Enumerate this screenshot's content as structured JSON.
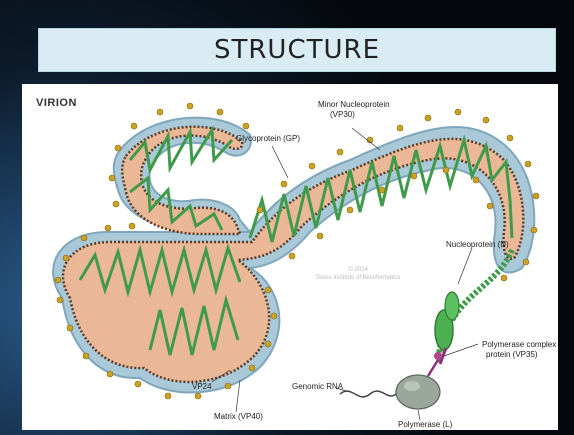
{
  "title": "STRUCTURE",
  "diagram": {
    "heading": "VIRION",
    "labels": {
      "minor_nucleoprotein": "Minor Nucleoprotein",
      "minor_nucleoprotein_code": "(VP30)",
      "glycoprotein": "Glycoprotein (GP)",
      "nucleoprotein": "Nucleoprotein (N)",
      "polymerase_complex": "Polymerase complex",
      "polymerase_complex_code": "protein (VP35)",
      "genomic_rna": "Genomic RNA",
      "polymerase": "Polymerase (L)",
      "vp24": "VP24",
      "matrix": "Matrix (VP40)"
    },
    "watermark_line1": "© 2014",
    "watermark_line2": "Swiss Institute of Bioinformatics"
  },
  "colors": {
    "title_bg": "#d9ecf3",
    "envelope_outer": "#a9c8d8",
    "body_fill": "#ebb897",
    "nucleocapsid": "#3f9b4a",
    "spike": "#c9a227",
    "polymerase_body": "#9aa79a"
  }
}
